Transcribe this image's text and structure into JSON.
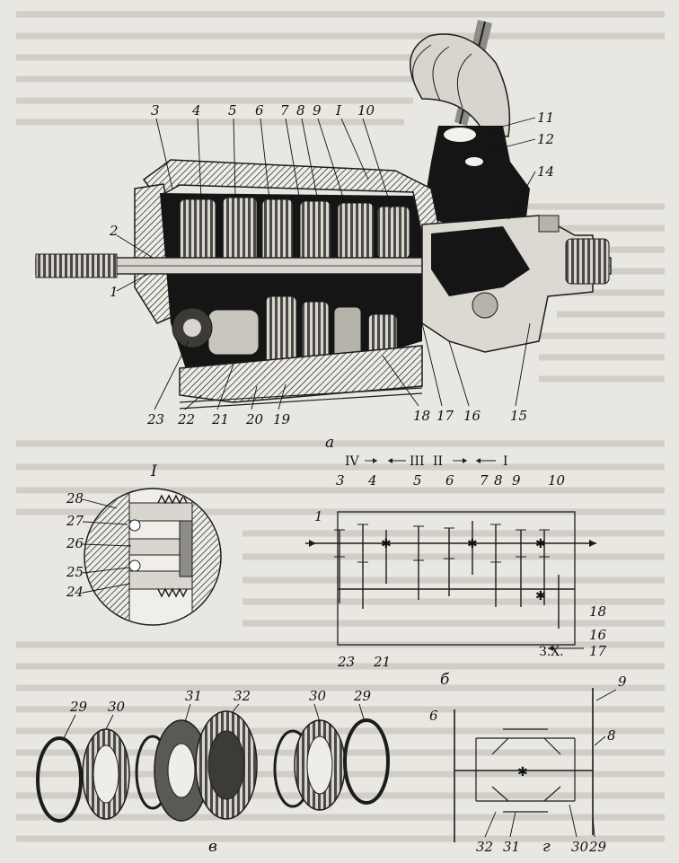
{
  "panels": {
    "a": "а",
    "b": "б",
    "v": "в",
    "g": "г"
  },
  "detail_callout": "I",
  "view_a_labels": [
    "3",
    "4",
    "5",
    "6",
    "7",
    "8",
    "9",
    "I",
    "10",
    "11",
    "12",
    "14",
    "2",
    "1",
    "23",
    "22",
    "21",
    "20",
    "19",
    "18",
    "17",
    "16",
    "15"
  ],
  "view_b_gears": [
    "IV",
    "III",
    "II",
    "I"
  ],
  "view_b_reverse": "З.Х.",
  "view_b_labels": [
    "3",
    "4",
    "5",
    "6",
    "7",
    "8",
    "9",
    "10",
    "1",
    "18",
    "16",
    "17",
    "23",
    "21"
  ],
  "detail_I_labels": [
    "I",
    "28",
    "27",
    "26",
    "25",
    "24"
  ],
  "view_v_labels": [
    "29",
    "30",
    "31",
    "32",
    "30",
    "29"
  ],
  "view_g_labels": [
    "9",
    "6",
    "8",
    "32",
    "31",
    "30",
    "29"
  ]
}
